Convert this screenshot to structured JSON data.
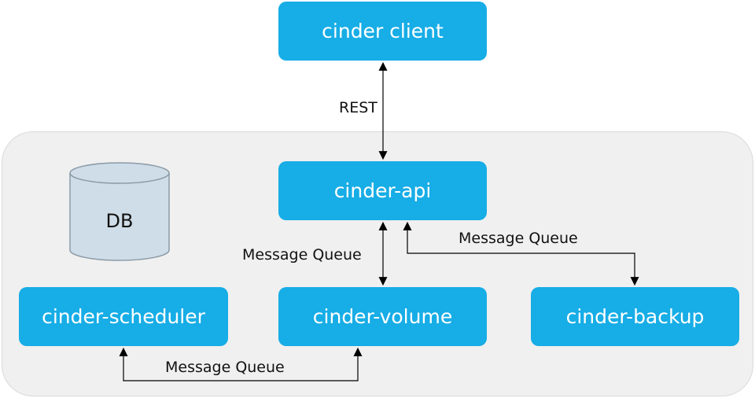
{
  "nodes": {
    "client": "cinder client",
    "api": "cinder-api",
    "scheduler": "cinder-scheduler",
    "volume": "cinder-volume",
    "backup": "cinder-backup",
    "db": "DB"
  },
  "edges": {
    "client_api": "REST",
    "api_volume": "Message Queue",
    "api_backup": "Message Queue",
    "scheduler_volume": "Message Queue"
  },
  "colors": {
    "node_fill": "#17ade6",
    "node_text": "#ffffff",
    "panel_fill": "#f0f0f0",
    "db_fill": "#cfdde8",
    "db_stroke": "#8a9aa6"
  }
}
